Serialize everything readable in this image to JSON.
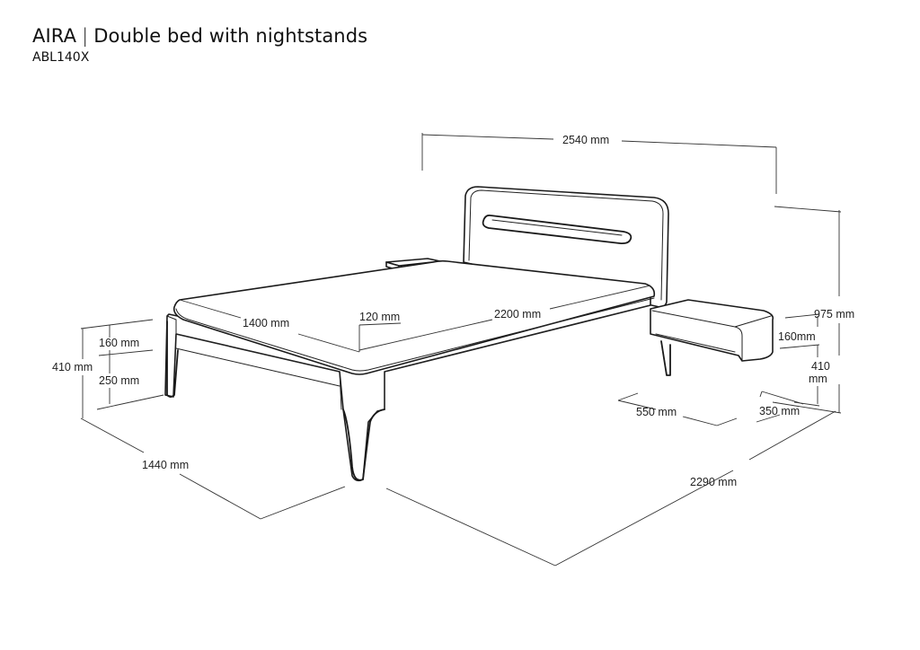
{
  "header": {
    "model": "AIRA",
    "separator": "|",
    "description": "Double bed with nightstands",
    "code": "ABL140X"
  },
  "dimensions": {
    "overall_width": "2540 mm",
    "overall_height": "975 mm",
    "mattress_width": "1400 mm",
    "mattress_inset": "120 mm",
    "mattress_length": "2200 mm",
    "headboard_part": "160 mm",
    "bed_height": "410 mm",
    "leg_height": "250 mm",
    "bed_width": "1440 mm",
    "bed_length": "2290 mm",
    "nightstand_width": "550 mm",
    "nightstand_depth": "350 mm",
    "nightstand_body": "160mm",
    "nightstand_height_num": "410",
    "nightstand_height_unit": "mm"
  }
}
